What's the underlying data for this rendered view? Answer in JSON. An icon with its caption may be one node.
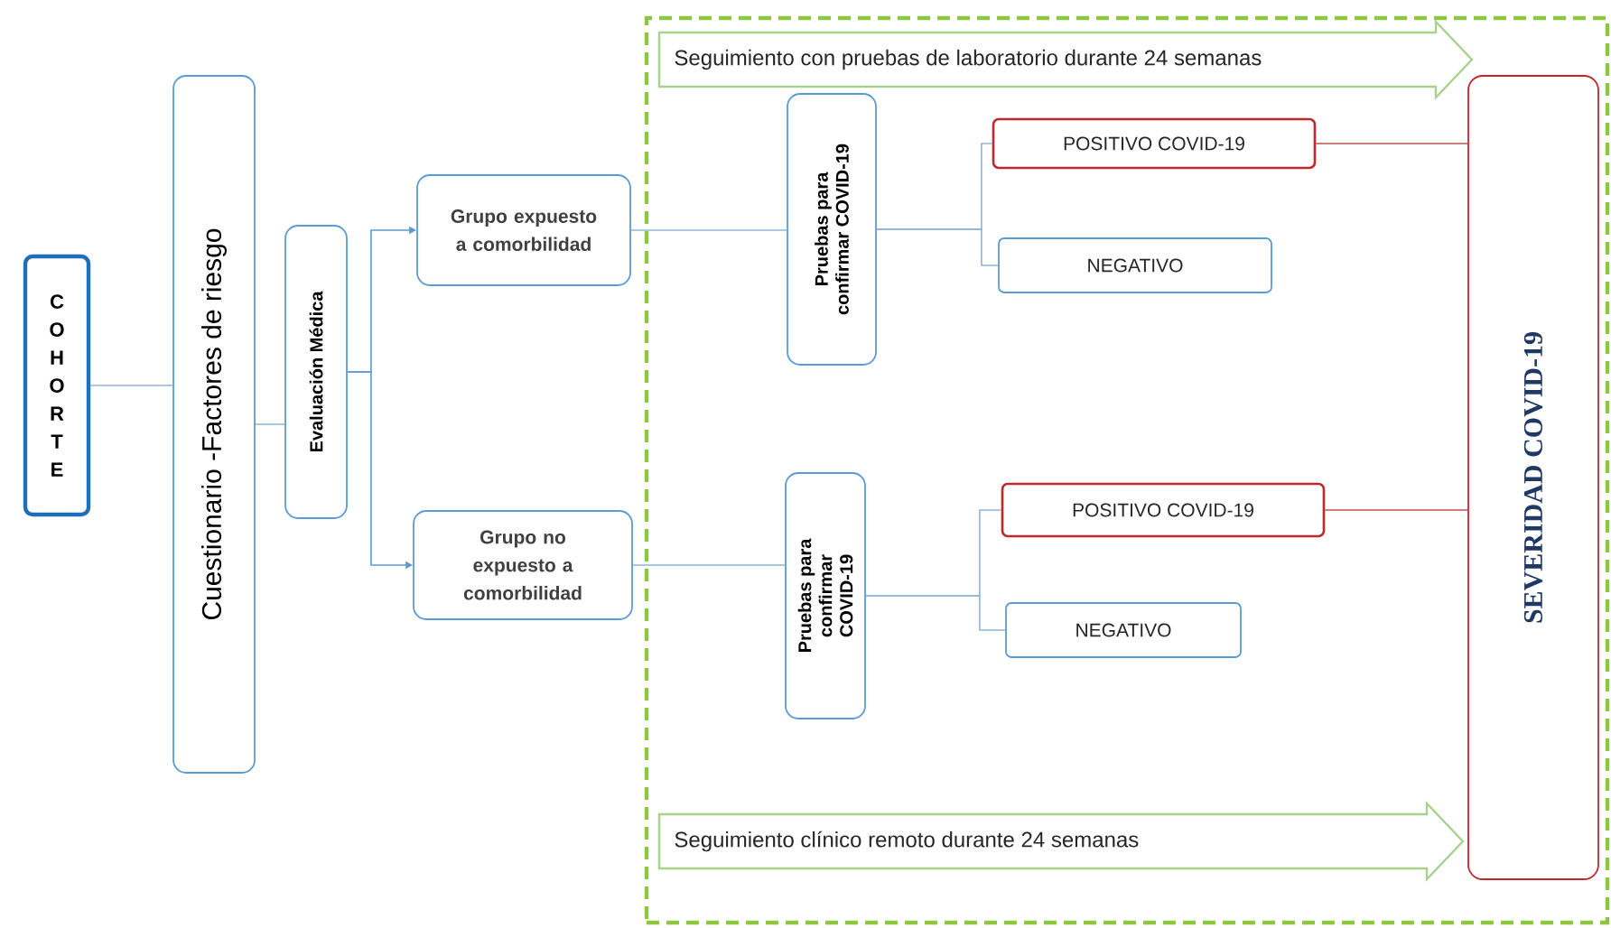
{
  "diagram": {
    "nodes": [
      {
        "text": [
          "COHORTE"
        ]
      },
      {
        "text": [
          "Cuestionario -Factores de riesgo"
        ]
      },
      {
        "text": [
          "Evaluación Médica"
        ]
      },
      {
        "text": [
          "Grupo expuesto a comorbilidad"
        ]
      },
      {
        "text": [
          "Grupo no expuesto a comorbilidad"
        ]
      },
      {
        "text": [],
        "shape": "box"
      },
      {
        "text": [
          "Seguimiento con pruebas de laboratorio durante 24 semanas"
        ],
        "in": 5
      },
      {
        "text": [
          "Pruebas para confirmar COVID-19"
        ],
        "in": 5
      },
      {
        "text": [
          "POSITIVO COVID-19"
        ],
        "in": 5
      },
      {
        "text": [
          "NEGATIVO"
        ],
        "in": 5
      },
      {
        "text": [
          "Pruebas para confirmar COVID-19"
        ],
        "in": 5
      },
      {
        "text": [
          "POSITIVO COVID-19"
        ],
        "in": 5
      },
      {
        "text": [
          "NEGATIVO"
        ],
        "in": 5
      },
      {
        "text": [
          "Seguimiento clínico remoto durante 24 semanas"
        ],
        "in": 5
      },
      {
        "text": [
          "SEVERIDAD COVID-19"
        ],
        "in": 5
      }
    ],
    "edges": [
      {
        "from": 0,
        "to": 1,
        "arrow": "none"
      },
      {
        "from": 1,
        "to": 2,
        "arrow": "none"
      },
      {
        "from": 2,
        "to": 3,
        "arrow": "to"
      },
      {
        "from": 2,
        "to": 4,
        "arrow": "to"
      },
      {
        "from": 3,
        "to": 7,
        "arrow": "none"
      },
      {
        "from": 4,
        "to": 10,
        "arrow": "none"
      },
      {
        "from": 7,
        "to": 8,
        "arrow": "none"
      },
      {
        "from": 7,
        "to": 9,
        "arrow": "none"
      },
      {
        "from": 10,
        "to": 11,
        "arrow": "none"
      },
      {
        "from": 10,
        "to": 12,
        "arrow": "none"
      },
      {
        "from": 8,
        "to": 14,
        "arrow": "none",
        "color": "#c0504d"
      },
      {
        "from": 11,
        "to": 14,
        "arrow": "none",
        "color": "#c0504d"
      }
    ]
  }
}
